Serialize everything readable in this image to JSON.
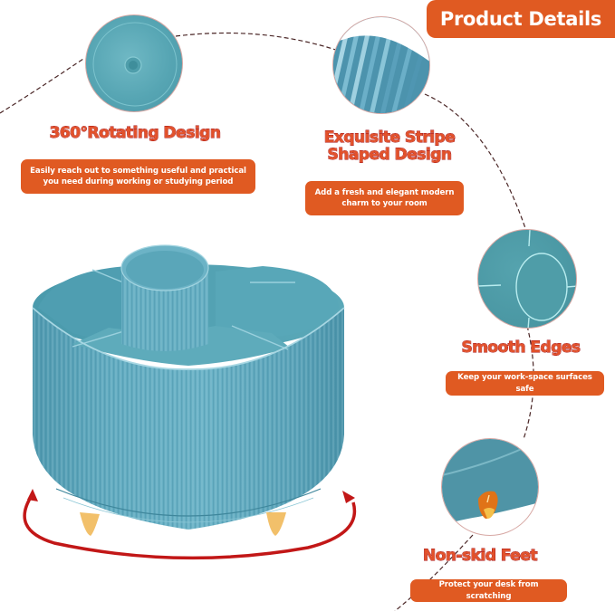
{
  "header": {
    "title": "Product Details",
    "badge_color": "#e05a22"
  },
  "features": [
    {
      "title": "360°Rotating Design",
      "description_lines": [
        "Easily reach out to something useful and practical",
        "you need during working or studying period"
      ],
      "detail_image": "rotating-base-top-view"
    },
    {
      "title_lines": [
        "Exquisite Stripe",
        "Shaped Design"
      ],
      "description_lines": [
        "Add a fresh and elegant modern",
        "charm to your room"
      ],
      "detail_image": "striped-surface-closeup"
    },
    {
      "title": "Smooth Edges",
      "description_lines": [
        "Keep your work-space surfaces safe"
      ],
      "detail_image": "smooth-edge-closeup"
    },
    {
      "title": "Non-skid Feet",
      "description_lines": [
        "Protect your desk from scratching"
      ],
      "detail_image": "gold-foot-closeup"
    }
  ],
  "product": {
    "name": "rotating-desk-organizer",
    "color": "#5ea6bb",
    "feet_color": "#f2c26b",
    "rotation_arrow_color": "#c41414"
  },
  "colors": {
    "accent": "#e05a22",
    "title_stroke": "#a40f14",
    "dashed_line": "#5a2a2a"
  }
}
